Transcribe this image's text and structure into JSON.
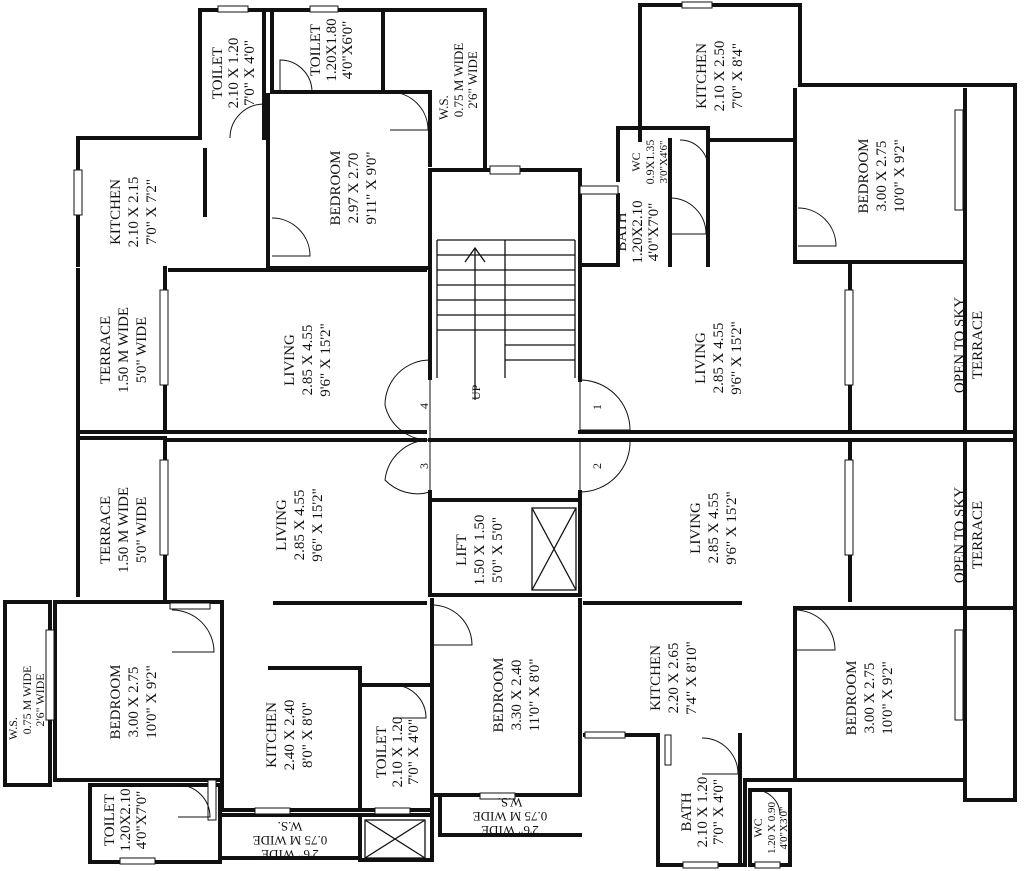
{
  "rooms": {
    "toilet_top_a": {
      "name": "TOILET",
      "size_m": "2.10 X 1.20",
      "size_ft": "7'0\" X 4'0\""
    },
    "toilet_top_b": {
      "name": "TOILET",
      "size_m": "1.20X1.80",
      "size_ft": "4'0\"X6'0\""
    },
    "ws_top": {
      "name": "W.S.",
      "size_m": "0.75 M WIDE",
      "size_ft": "2'6\" WIDE"
    },
    "kitchen_tl": {
      "name": "KITCHEN",
      "size_m": "2.10 X 2.15",
      "size_ft": "7'0\" X 7'2\""
    },
    "bedroom_top": {
      "name": "BEDROOM",
      "size_m": "2.97 X 2.70",
      "size_ft": "9'11\" X 9'0\""
    },
    "kitchen_tr": {
      "name": "KITCHEN",
      "size_m": "2.10 X 2.50",
      "size_ft": "7'0\" X 8'4\""
    },
    "wc_tr": {
      "name": "WC",
      "size_m": "0.9X1.35",
      "size_ft": "3'0\"X4'6\""
    },
    "bath_tr": {
      "name": "BATH",
      "size_m": "1.20X2.10",
      "size_ft": "4'0\"X7'0\""
    },
    "bedroom_tr": {
      "name": "BEDROOM",
      "size_m": "3.00 X 2.75",
      "size_ft": "10'0\" X 9'2\""
    },
    "terrace_l1": {
      "name": "TERRACE",
      "size_m": "1.50 M WIDE",
      "size_ft": "5'0\" WIDE"
    },
    "living_1": {
      "name": "LIVING",
      "size_m": "2.85 X 4.55",
      "size_ft": "9'6\" X 15'2\""
    },
    "living_2": {
      "name": "LIVING",
      "size_m": "2.85 X 4.55",
      "size_ft": "9'6\" X 15'2\""
    },
    "open_terrace_1": {
      "line1": "OPEN TO SKY",
      "line2": "TERRACE"
    },
    "terrace_l2": {
      "name": "TERRACE",
      "size_m": "1.50 M WIDE",
      "size_ft": "5'0\" WIDE"
    },
    "living_3": {
      "name": "LIVING",
      "size_m": "2.85 X 4.55",
      "size_ft": "9'6\" X 15'2\""
    },
    "lift": {
      "name": "LIFT",
      "size_m": "1.50 X 1.50",
      "size_ft": "5'0\" X 5'0\""
    },
    "living_4": {
      "name": "LIVING",
      "size_m": "2.85 X 4.55",
      "size_ft": "9'6\" X 15'2\""
    },
    "open_terrace_2": {
      "line1": "OPEN TO SKY",
      "line2": "TERRACE"
    },
    "ws_left": {
      "name": "W.S.",
      "size_m": "0.75 M WIDE",
      "size_ft": "2'6\" WIDE"
    },
    "bedroom_bl": {
      "name": "BEDROOM",
      "size_m": "3.00 X 2.75",
      "size_ft": "10'0\" X 9'2\""
    },
    "kitchen_bl": {
      "name": "KITCHEN",
      "size_m": "2.40 X 2.40",
      "size_ft": "8'0\" X 8'0\""
    },
    "toilet_bm": {
      "name": "TOILET",
      "size_m": "2.10 X 1.20",
      "size_ft": "7'0\" X 4'0\""
    },
    "bedroom_bc": {
      "name": "BEDROOM",
      "size_m": "3.30 X 2.40",
      "size_ft": "11'0\" X 8'0\""
    },
    "kitchen_br": {
      "name": "KITCHEN",
      "size_m": "2.20 X 2.65",
      "size_ft": "7'4\" X 8'10\""
    },
    "bedroom_br": {
      "name": "BEDROOM",
      "size_m": "3.00 X 2.75",
      "size_ft": "10'0\" X 9'2\""
    },
    "toilet_bl": {
      "name": "TOILET",
      "size_m": "1.20X2.10",
      "size_ft": "4'0\"X7'0\""
    },
    "ws_bottom_1": {
      "name": "W.S.",
      "size_m": "0.75 M WIDE",
      "size_ft": "2'6\" WIDE"
    },
    "ws_bottom_2": {
      "name": "W.S.",
      "size_m": "0.75 M WIDE",
      "size_ft": "2'6\" WIDE"
    },
    "bath_br": {
      "name": "BATH",
      "size_m": "2.10 X 1.20",
      "size_ft": "7'0\" X 4'0\""
    },
    "wc_br": {
      "name": "WC",
      "size_m": "1.20 X 0.90",
      "size_ft": "4'0\"X3'0\""
    }
  },
  "stair": {
    "label": "UP"
  },
  "flats": [
    "1",
    "2",
    "3",
    "4"
  ]
}
